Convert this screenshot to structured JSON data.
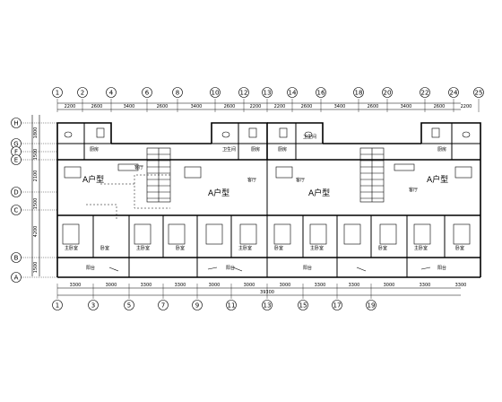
{
  "top_axes": [
    "1",
    "2",
    "4",
    "6",
    "8",
    "10",
    "12",
    "13",
    "14",
    "16",
    "18",
    "20",
    "22",
    "24",
    "25"
  ],
  "bottom_axes": [
    "1",
    "3",
    "5",
    "7",
    "9",
    "11",
    "13",
    "15",
    "17",
    "19"
  ],
  "left_axes": [
    "H",
    "G",
    "F",
    "E",
    "D",
    "C",
    "B",
    "A"
  ],
  "top_dims": [
    "2200",
    "2600",
    "3400",
    "2600",
    "3400",
    "2600",
    "2200",
    "2200",
    "2600",
    "3400",
    "2600",
    "3400",
    "2600",
    "2200"
  ],
  "bottom_dims": [
    "3300",
    "3000",
    "3300",
    "3300",
    "3000",
    "3000",
    "3000",
    "3300",
    "3300",
    "3000",
    "3300",
    "3300"
  ],
  "bottom_total": "39300",
  "left_dims": [
    "1800",
    "1500",
    "2100",
    "4200",
    "1500",
    "1500"
  ],
  "unit_labels": [
    "A户型",
    "A户型",
    "A户型",
    "A户型"
  ],
  "rooms": {
    "living": "客厅",
    "kitchen": "厨房",
    "bath": "卫生间",
    "master_bed": "主卧室",
    "bed": "卧室",
    "balcony": "阳台"
  }
}
